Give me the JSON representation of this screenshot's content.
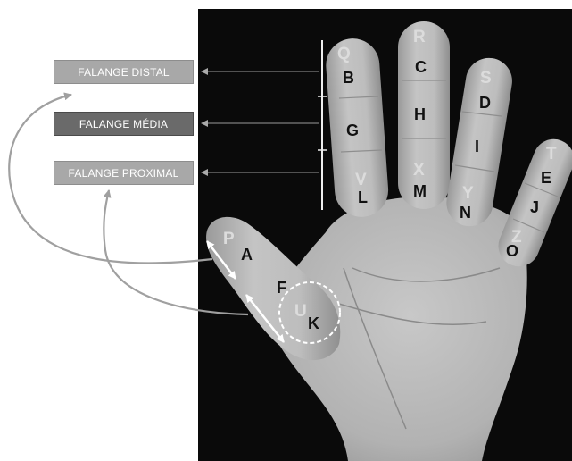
{
  "labels": {
    "distal": "FALANGE DISTAL",
    "media": "FALANGE MÉDIA",
    "proximal": "FALANGE PROXIMAL"
  },
  "fingertip_letters": {
    "thumb": "P",
    "index": "Q",
    "middle": "R",
    "ring": "S",
    "little": "T",
    "thumb_base": "U",
    "index_base": "V",
    "middle_base": "X",
    "ring_base": "Y",
    "little_base": "Z"
  },
  "phalanx_letters": {
    "thumb_distal": "A",
    "thumb_proximal": "F",
    "thumb_metacarpal": "K",
    "index_distal": "B",
    "index_media": "G",
    "index_proximal": "L",
    "middle_distal": "C",
    "middle_media": "H",
    "middle_proximal": "M",
    "ring_distal": "D",
    "ring_media": "I",
    "ring_proximal": "N",
    "little_distal": "E",
    "little_media": "J",
    "little_proximal": "O"
  },
  "colors": {
    "background_photo": "#0a0a0a",
    "skin": "#b9b9b9",
    "label_light": "#a8a8a8",
    "label_dark": "#6a6a6a",
    "arrow": "#aaaaaa"
  }
}
